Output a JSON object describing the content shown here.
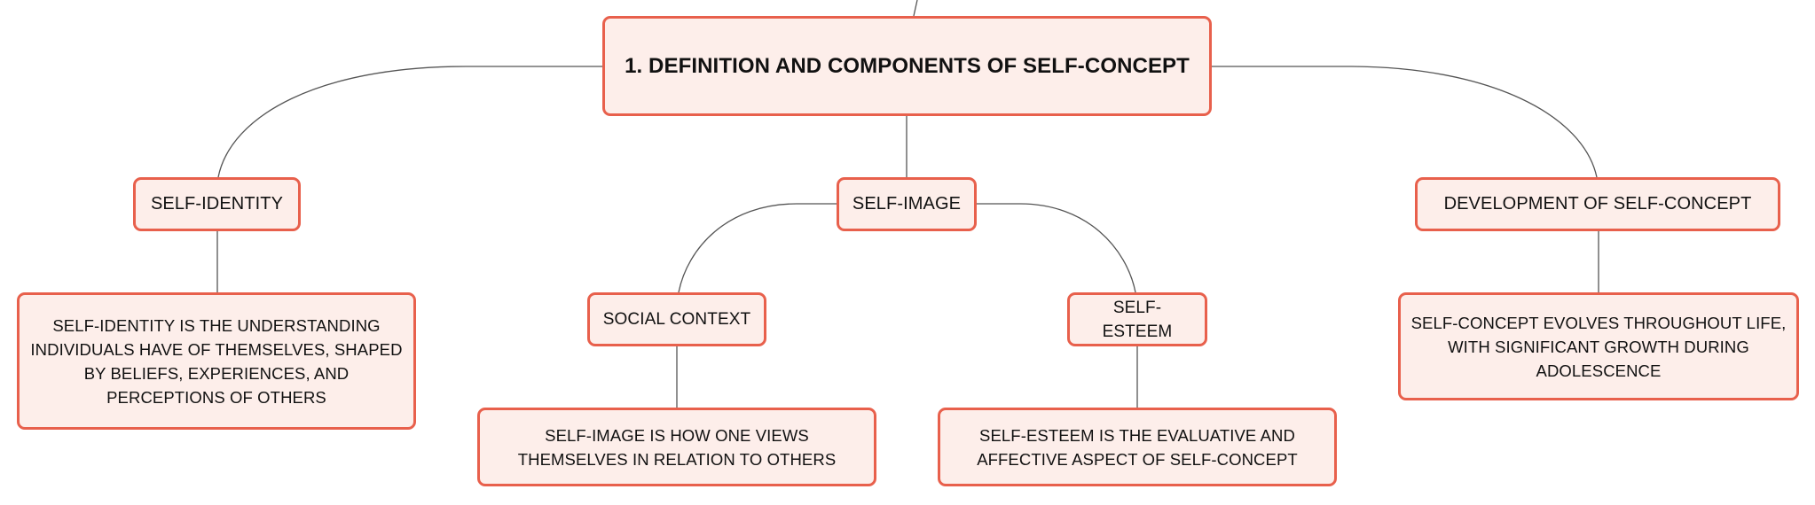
{
  "colors": {
    "node_fill": "#fdeeea",
    "node_border": "#e8604c",
    "connector": "#555555",
    "text": "#111111"
  },
  "root": {
    "label": "1. DEFINITION AND COMPONENTS OF SELF-CONCEPT"
  },
  "self_identity": {
    "label": "SELF-IDENTITY",
    "description": "SELF-IDENTITY IS THE UNDERSTANDING INDIVIDUALS HAVE OF THEMSELVES, SHAPED BY BELIEFS, EXPERIENCES, AND PERCEPTIONS OF OTHERS"
  },
  "self_image": {
    "label": "SELF-IMAGE",
    "social_context": {
      "label": "SOCIAL CONTEXT",
      "description": "SELF-IMAGE IS HOW ONE VIEWS THEMSELVES IN RELATION TO OTHERS"
    },
    "self_esteem": {
      "label": "SELF-ESTEEM",
      "description": "SELF-ESTEEM IS THE EVALUATIVE AND AFFECTIVE ASPECT OF SELF-CONCEPT"
    }
  },
  "development": {
    "label": "DEVELOPMENT OF SELF-CONCEPT",
    "description": "SELF-CONCEPT EVOLVES THROUGHOUT LIFE, WITH SIGNIFICANT GROWTH DURING ADOLESCENCE"
  }
}
